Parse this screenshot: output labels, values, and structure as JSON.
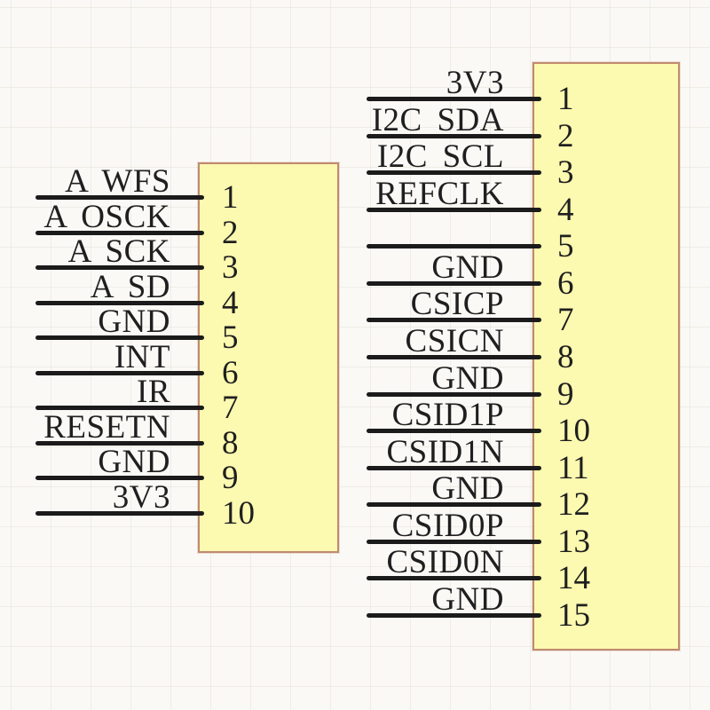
{
  "diagram": {
    "kind": "connector-pinout-schematic",
    "colors": {
      "background": "#faf9f6",
      "box_fill": "#fcf9b0",
      "box_border": "#c08a70",
      "wire": "#1b1b1b",
      "text": "#1f1f1f"
    },
    "connectors": [
      {
        "id": "left-header",
        "pin_count": 10,
        "pins": [
          {
            "number": "1",
            "label": "A WFS"
          },
          {
            "number": "2",
            "label": "A OSCK"
          },
          {
            "number": "3",
            "label": "A SCK"
          },
          {
            "number": "4",
            "label": "A SD"
          },
          {
            "number": "5",
            "label": "GND"
          },
          {
            "number": "6",
            "label": "INT"
          },
          {
            "number": "7",
            "label": "IR"
          },
          {
            "number": "8",
            "label": "RESETN"
          },
          {
            "number": "9",
            "label": "GND"
          },
          {
            "number": "10",
            "label": "3V3"
          }
        ]
      },
      {
        "id": "right-header",
        "pin_count": 15,
        "pins": [
          {
            "number": "1",
            "label": "3V3"
          },
          {
            "number": "2",
            "label": "I2C SDA"
          },
          {
            "number": "3",
            "label": "I2C SCL"
          },
          {
            "number": "4",
            "label": "REFCLK"
          },
          {
            "number": "5",
            "label": ""
          },
          {
            "number": "6",
            "label": "GND"
          },
          {
            "number": "7",
            "label": "CSICP"
          },
          {
            "number": "8",
            "label": "CSICN"
          },
          {
            "number": "9",
            "label": "GND"
          },
          {
            "number": "10",
            "label": "CSID1P"
          },
          {
            "number": "11",
            "label": "CSID1N"
          },
          {
            "number": "12",
            "label": "GND"
          },
          {
            "number": "13",
            "label": "CSID0P"
          },
          {
            "number": "14",
            "label": "CSID0N"
          },
          {
            "number": "15",
            "label": "GND"
          }
        ]
      }
    ]
  }
}
